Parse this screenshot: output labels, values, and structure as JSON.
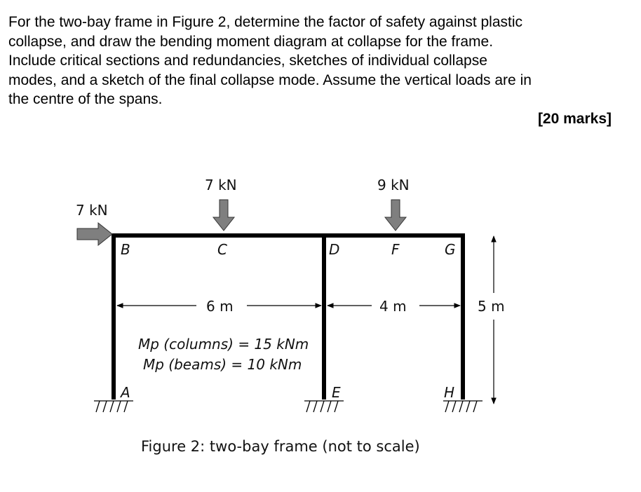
{
  "question": {
    "lines": [
      "For the two-bay frame in Figure 2, determine the factor of safety against plastic",
      "collapse, and draw the bending moment diagram at collapse for the frame.",
      "Include critical sections and redundancies, sketches of individual collapse",
      "modes, and a sketch of the final collapse mode. Assume the vertical loads are in",
      "the centre of the spans."
    ],
    "marks": "[20 marks]"
  },
  "figure": {
    "loads": {
      "horizontal": "7 kN",
      "vertical_c": "7 kN",
      "vertical_f": "9 kN"
    },
    "nodes": {
      "a": "A",
      "b": "B",
      "c": "C",
      "d": "D",
      "e": "E",
      "f": "F",
      "g": "G",
      "h": "H"
    },
    "dimensions": {
      "span_1": "6 m",
      "span_2": "4 m",
      "height": "5 m"
    },
    "mp_columns": "Mp (columns) = 15 kNm",
    "mp_beams": "Mp (beams) = 10 kNm",
    "caption": "Figure 2: two-bay frame (not to scale)"
  }
}
